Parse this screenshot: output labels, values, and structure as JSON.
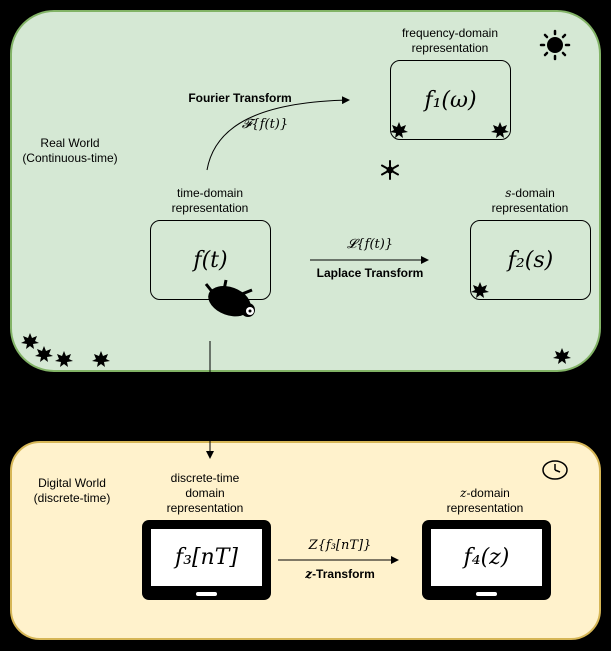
{
  "real_world": {
    "title": "Real World\n(Continuous-time)",
    "freq_label": "frequency-domain\nrepresentation",
    "freq_box": "f₁(ω)",
    "time_label": "time-domain\nrepresentation",
    "time_box": "f(t)",
    "s_label_math": "s",
    "s_label_rest": "-domain\nrepresentation",
    "s_box": "f₂(s)",
    "fourier_title": "Fourier Transform",
    "fourier_expr": "𝓕{f(t)}",
    "laplace_expr": "𝓛{f(t)}",
    "laplace_title": "Laplace Transform"
  },
  "digital_world": {
    "title": "Digital World\n(discrete-time)",
    "discrete_label": "discrete-time\ndomain\nrepresentation",
    "discrete_box": "f₃[nT]",
    "z_label_math": "z",
    "z_label_rest": "-domain\nrepresentation",
    "z_box": "f₄(z)",
    "z_expr": "Z{f₃[nT]}",
    "z_title_math": "z",
    "z_title_rest": "-Transform"
  },
  "icons": [
    "sun-icon",
    "snowflake-icon",
    "maple-leaf-icon",
    "sloth-icon",
    "clock-icon",
    "tablet-icon"
  ]
}
